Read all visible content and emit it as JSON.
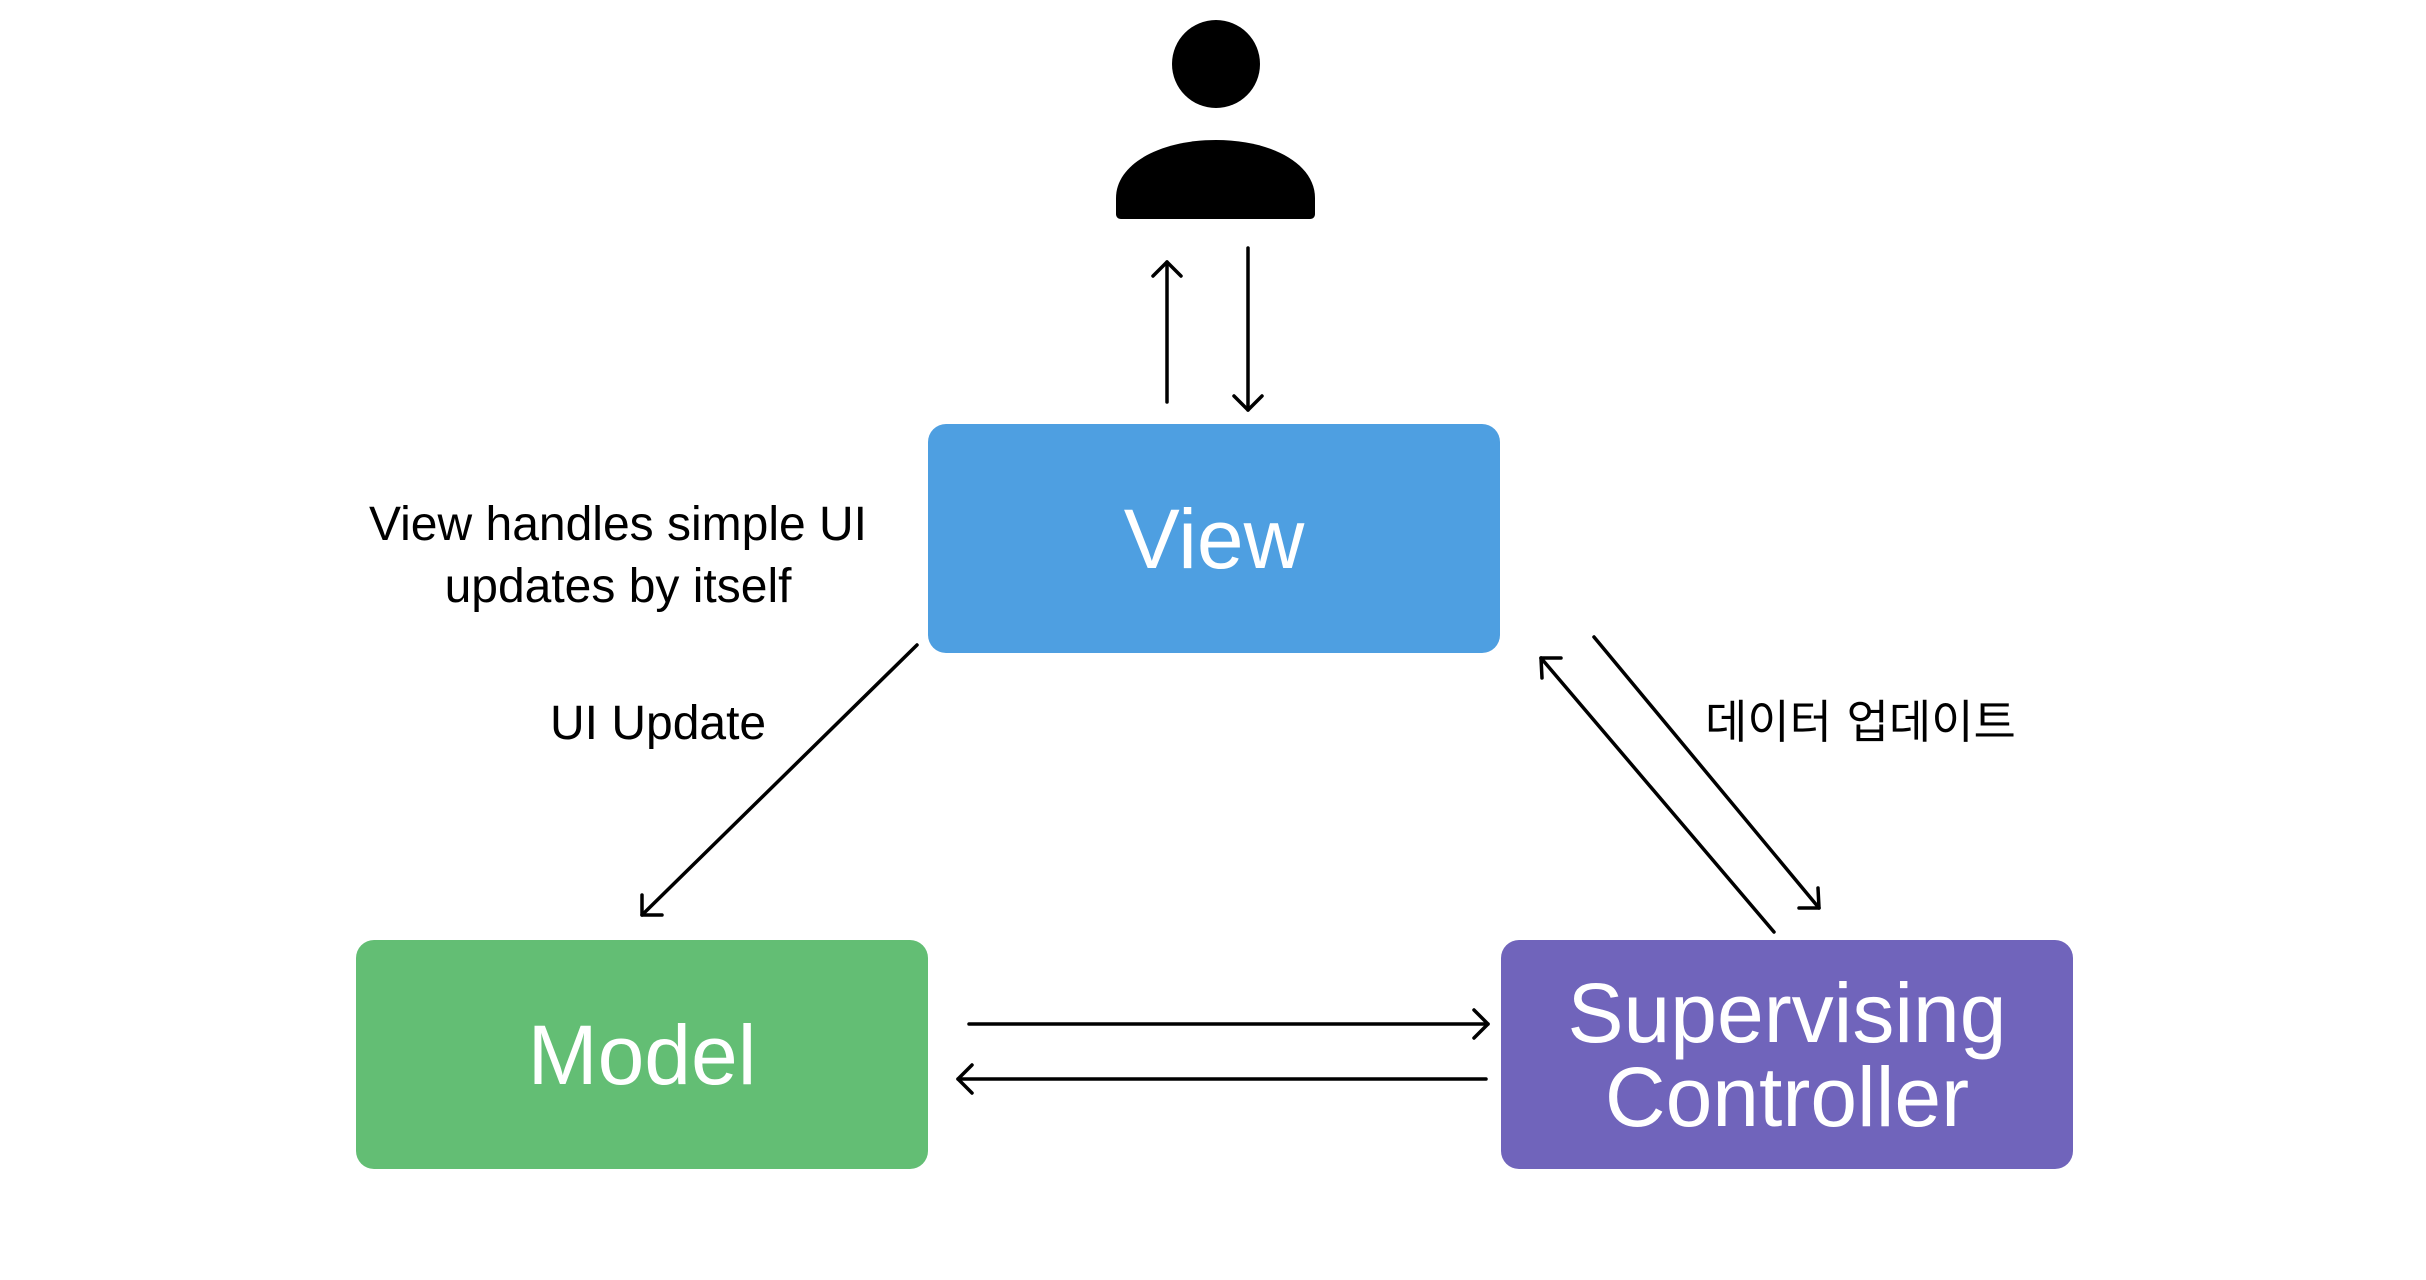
{
  "diagram": {
    "title": "",
    "actor": {
      "icon": "person-icon",
      "label": "User"
    },
    "nodes": {
      "view": {
        "label": "View",
        "color": "#4E9FE1"
      },
      "model": {
        "label": "Model",
        "color": "#63BE74"
      },
      "controller": {
        "label_line1": "Supervising",
        "label_line2": "Controller",
        "color": "#7064BB"
      }
    },
    "annotations": {
      "view_note_line1": "View handles simple UI",
      "view_note_line2": "updates by itself",
      "ui_update": "UI Update",
      "data_update": "데이터 업데이트"
    },
    "edges": [
      {
        "from": "view",
        "to": "user",
        "label": ""
      },
      {
        "from": "user",
        "to": "view",
        "label": ""
      },
      {
        "from": "view",
        "to": "model",
        "label": "UI Update"
      },
      {
        "from": "view",
        "to": "controller",
        "label": "데이터 업데이트"
      },
      {
        "from": "controller",
        "to": "view",
        "label": ""
      },
      {
        "from": "model",
        "to": "controller",
        "label": ""
      },
      {
        "from": "controller",
        "to": "model",
        "label": ""
      }
    ]
  }
}
